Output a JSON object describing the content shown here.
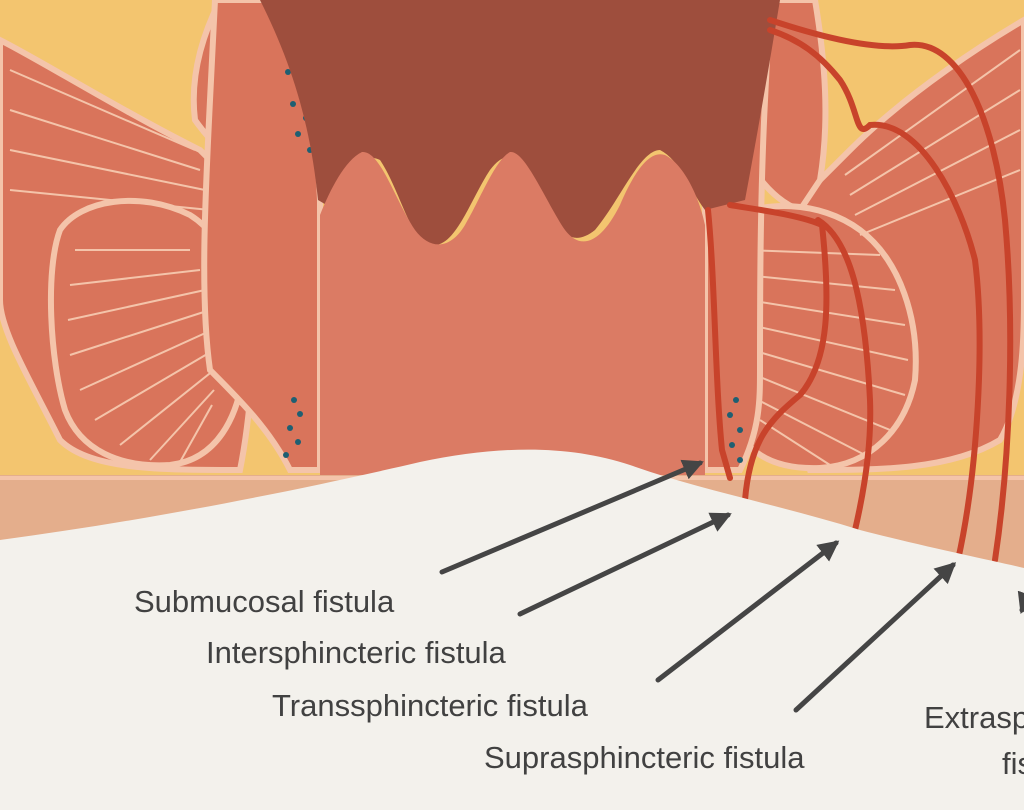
{
  "diagram": {
    "labels": {
      "submucosal": "Submucosal fistula",
      "intersphincteric": "Intersphincteric fistula",
      "transsphincteric": "Transsphincteric fistula",
      "suprasphincteric": "Suprasphincteric fistula",
      "extrasphincteric_line1": "Extrasphincteric",
      "extrasphincteric_line2": "fistula"
    },
    "colors": {
      "background_fat": "#f3c56f",
      "muscle": "#d9745b",
      "muscle_outline": "#f4c4aa",
      "lumen": "#9e4e3d",
      "mucosa": "#db7b64",
      "skin": "#e4ae8c",
      "paper": "#f3f1ec",
      "fistula_tract": "#c8432b",
      "gland_dots": "#1e5f72",
      "arrow": "#454545",
      "label_text": "#414141"
    }
  }
}
